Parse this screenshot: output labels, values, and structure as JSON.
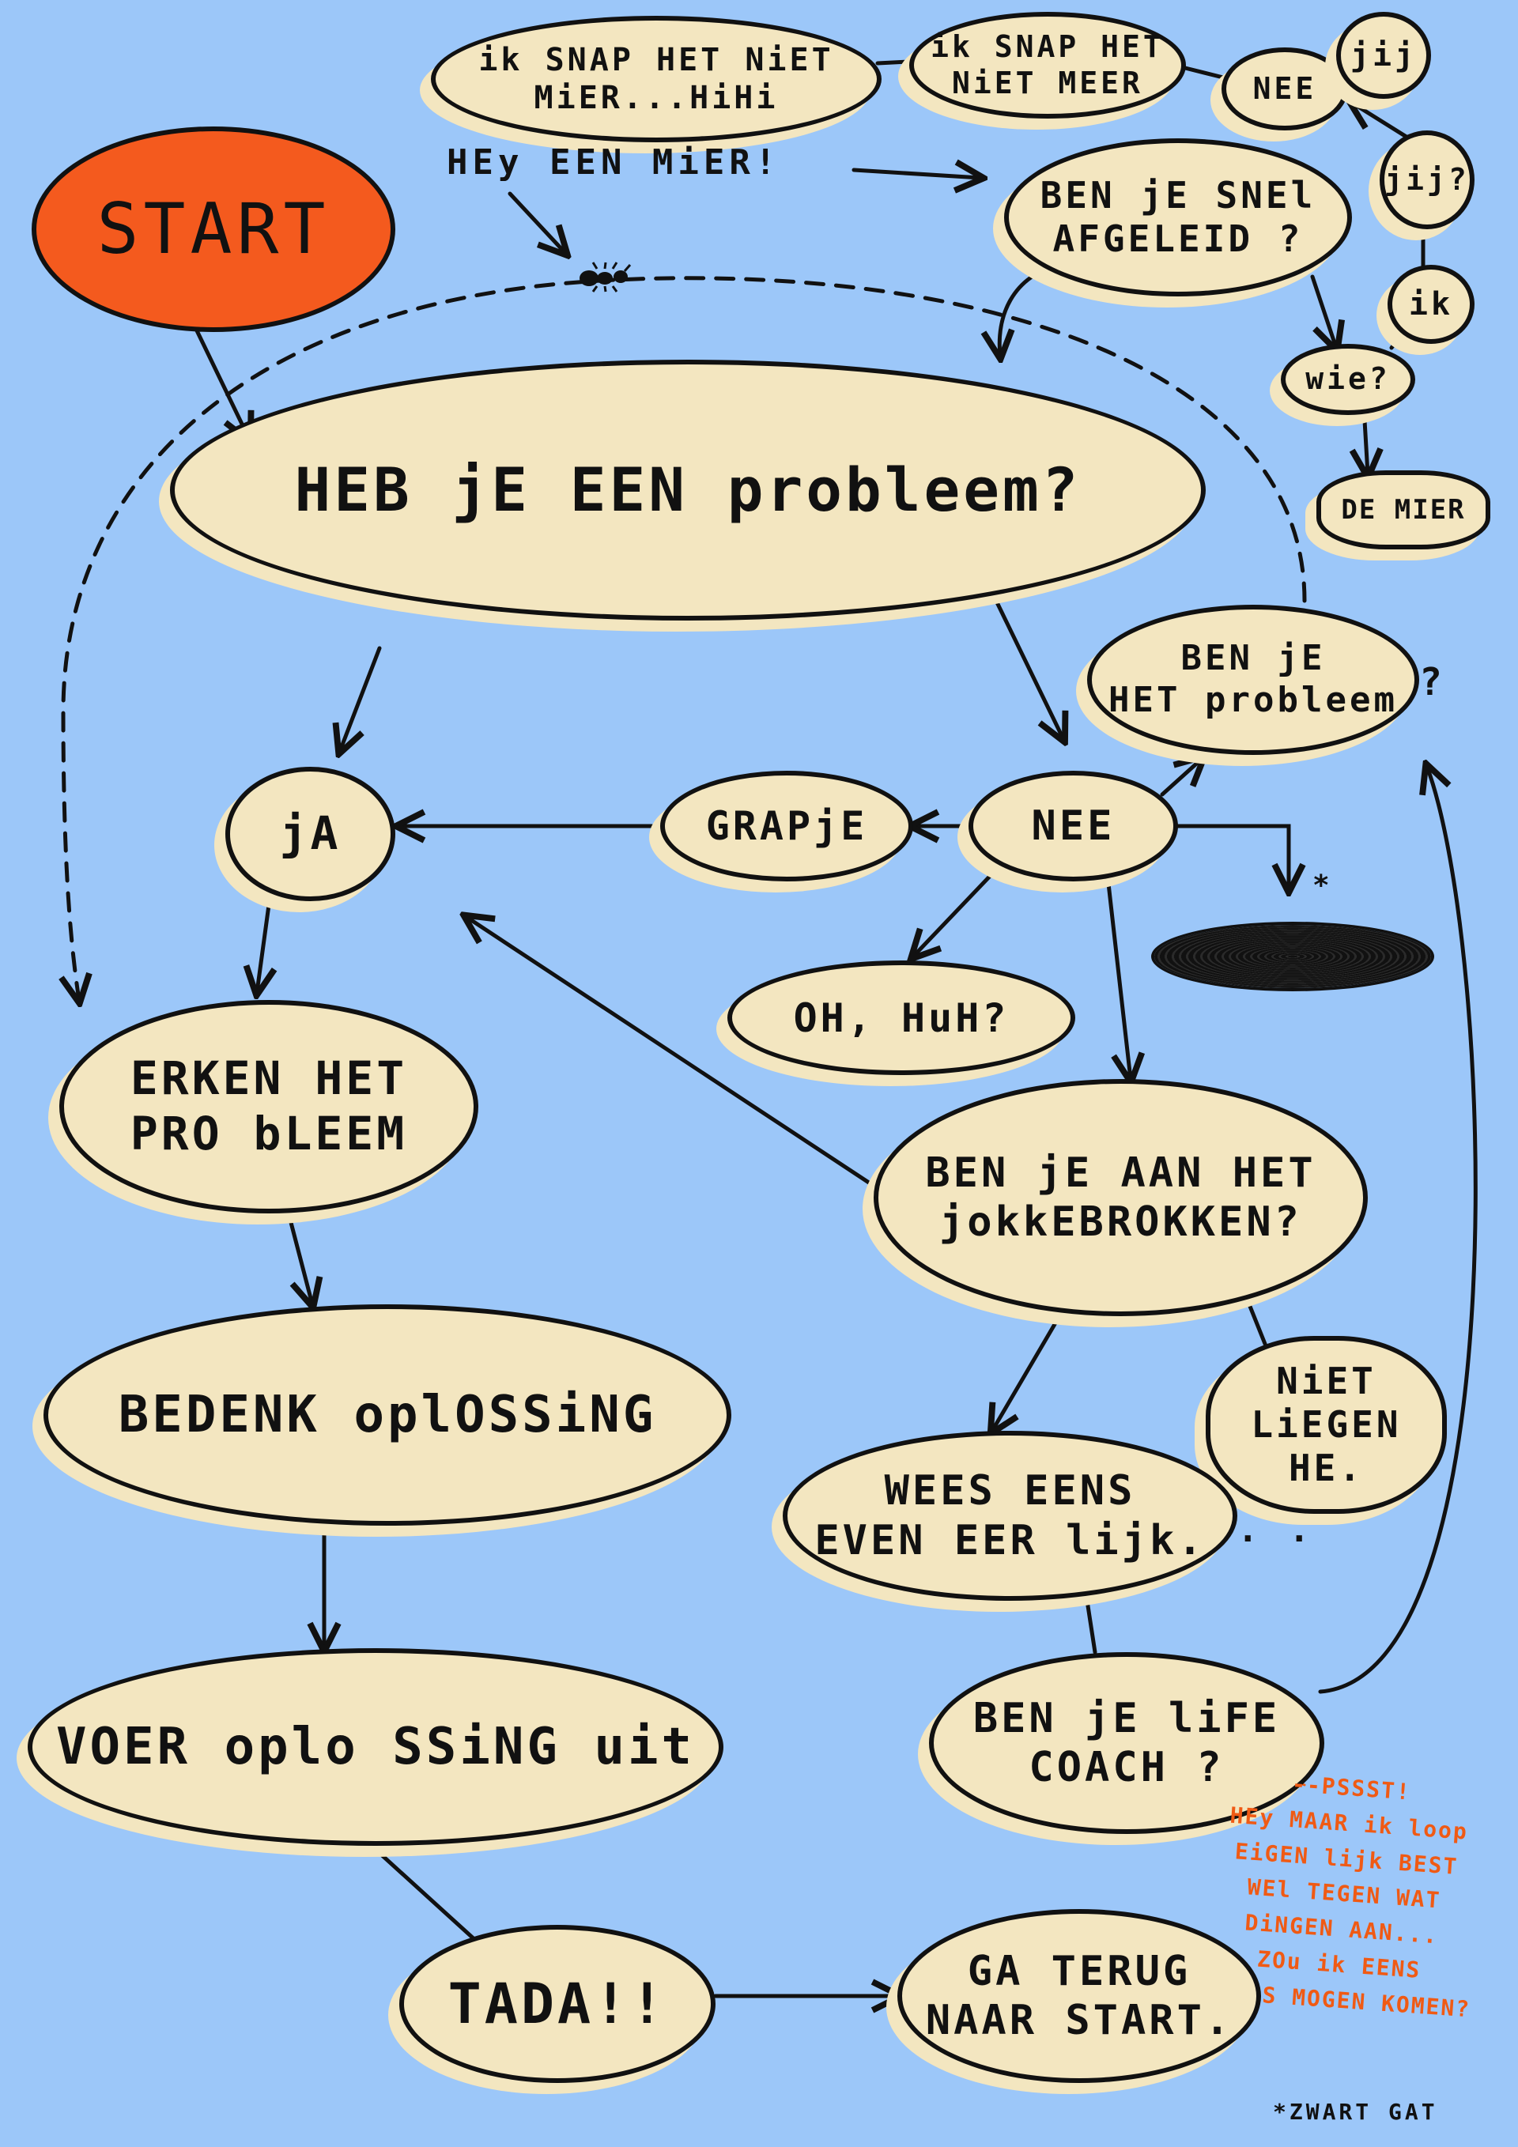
{
  "nodes": {
    "start": "START",
    "snap_mier": "ik SNAP HET NiET\nMiER...HiHi",
    "snap_meer": "ik SNAP HET\nNiET MEER",
    "nee_top": "NEE",
    "jij": "jij",
    "jij_q": "jij?",
    "ik": "ik",
    "wie": "wie?",
    "de_mier": "DE MIER",
    "afgeleid": "BEN jE SNEl\nAFGELEID ?",
    "probleem": "HEB jE EEN probleem?",
    "ben_probleem": "BEN jE\nHET probleem",
    "ja": "jA",
    "grapje": "GRAPjE",
    "nee": "NEE",
    "oh_huh": "OH, HuH?",
    "erken": "ERKEN HET\nPRO bLEEM",
    "jokkebrokken": "BEN jE AAN HET\njokkEBROKKEN?",
    "niet_liegen": "NiET\nLiEGEN\nHE.",
    "bedenk": "BEDENK oplOSSiNG",
    "wees": "WEES EENS\nEVEN EER lijk.",
    "voer": "VOER oplo SSiNG uit",
    "life_coach": "BEN jE liFE\nCOACH ?",
    "tada": "TADA!!",
    "terug": "GA TERUG\nNAAR START."
  },
  "labels": {
    "hey_mier": "HEy EEN MiER!",
    "question_mark": "?",
    "dots": ". .",
    "asterisk": "*",
    "footnote": "*ZWART GAT",
    "psst": "--PSSST!\nHEy MAAR ik loop\nEiGEN lijk BEST\nWEl TEGEN WAT\nDiNGEN AAN...\nZOu ik EENS\nLANGS MOGEN KOMEN?"
  },
  "colors": {
    "background": "#9cc7f9",
    "bubble": "#f3e6c0",
    "start": "#f45a1e",
    "ink": "#111111",
    "note": "#f05a14"
  }
}
